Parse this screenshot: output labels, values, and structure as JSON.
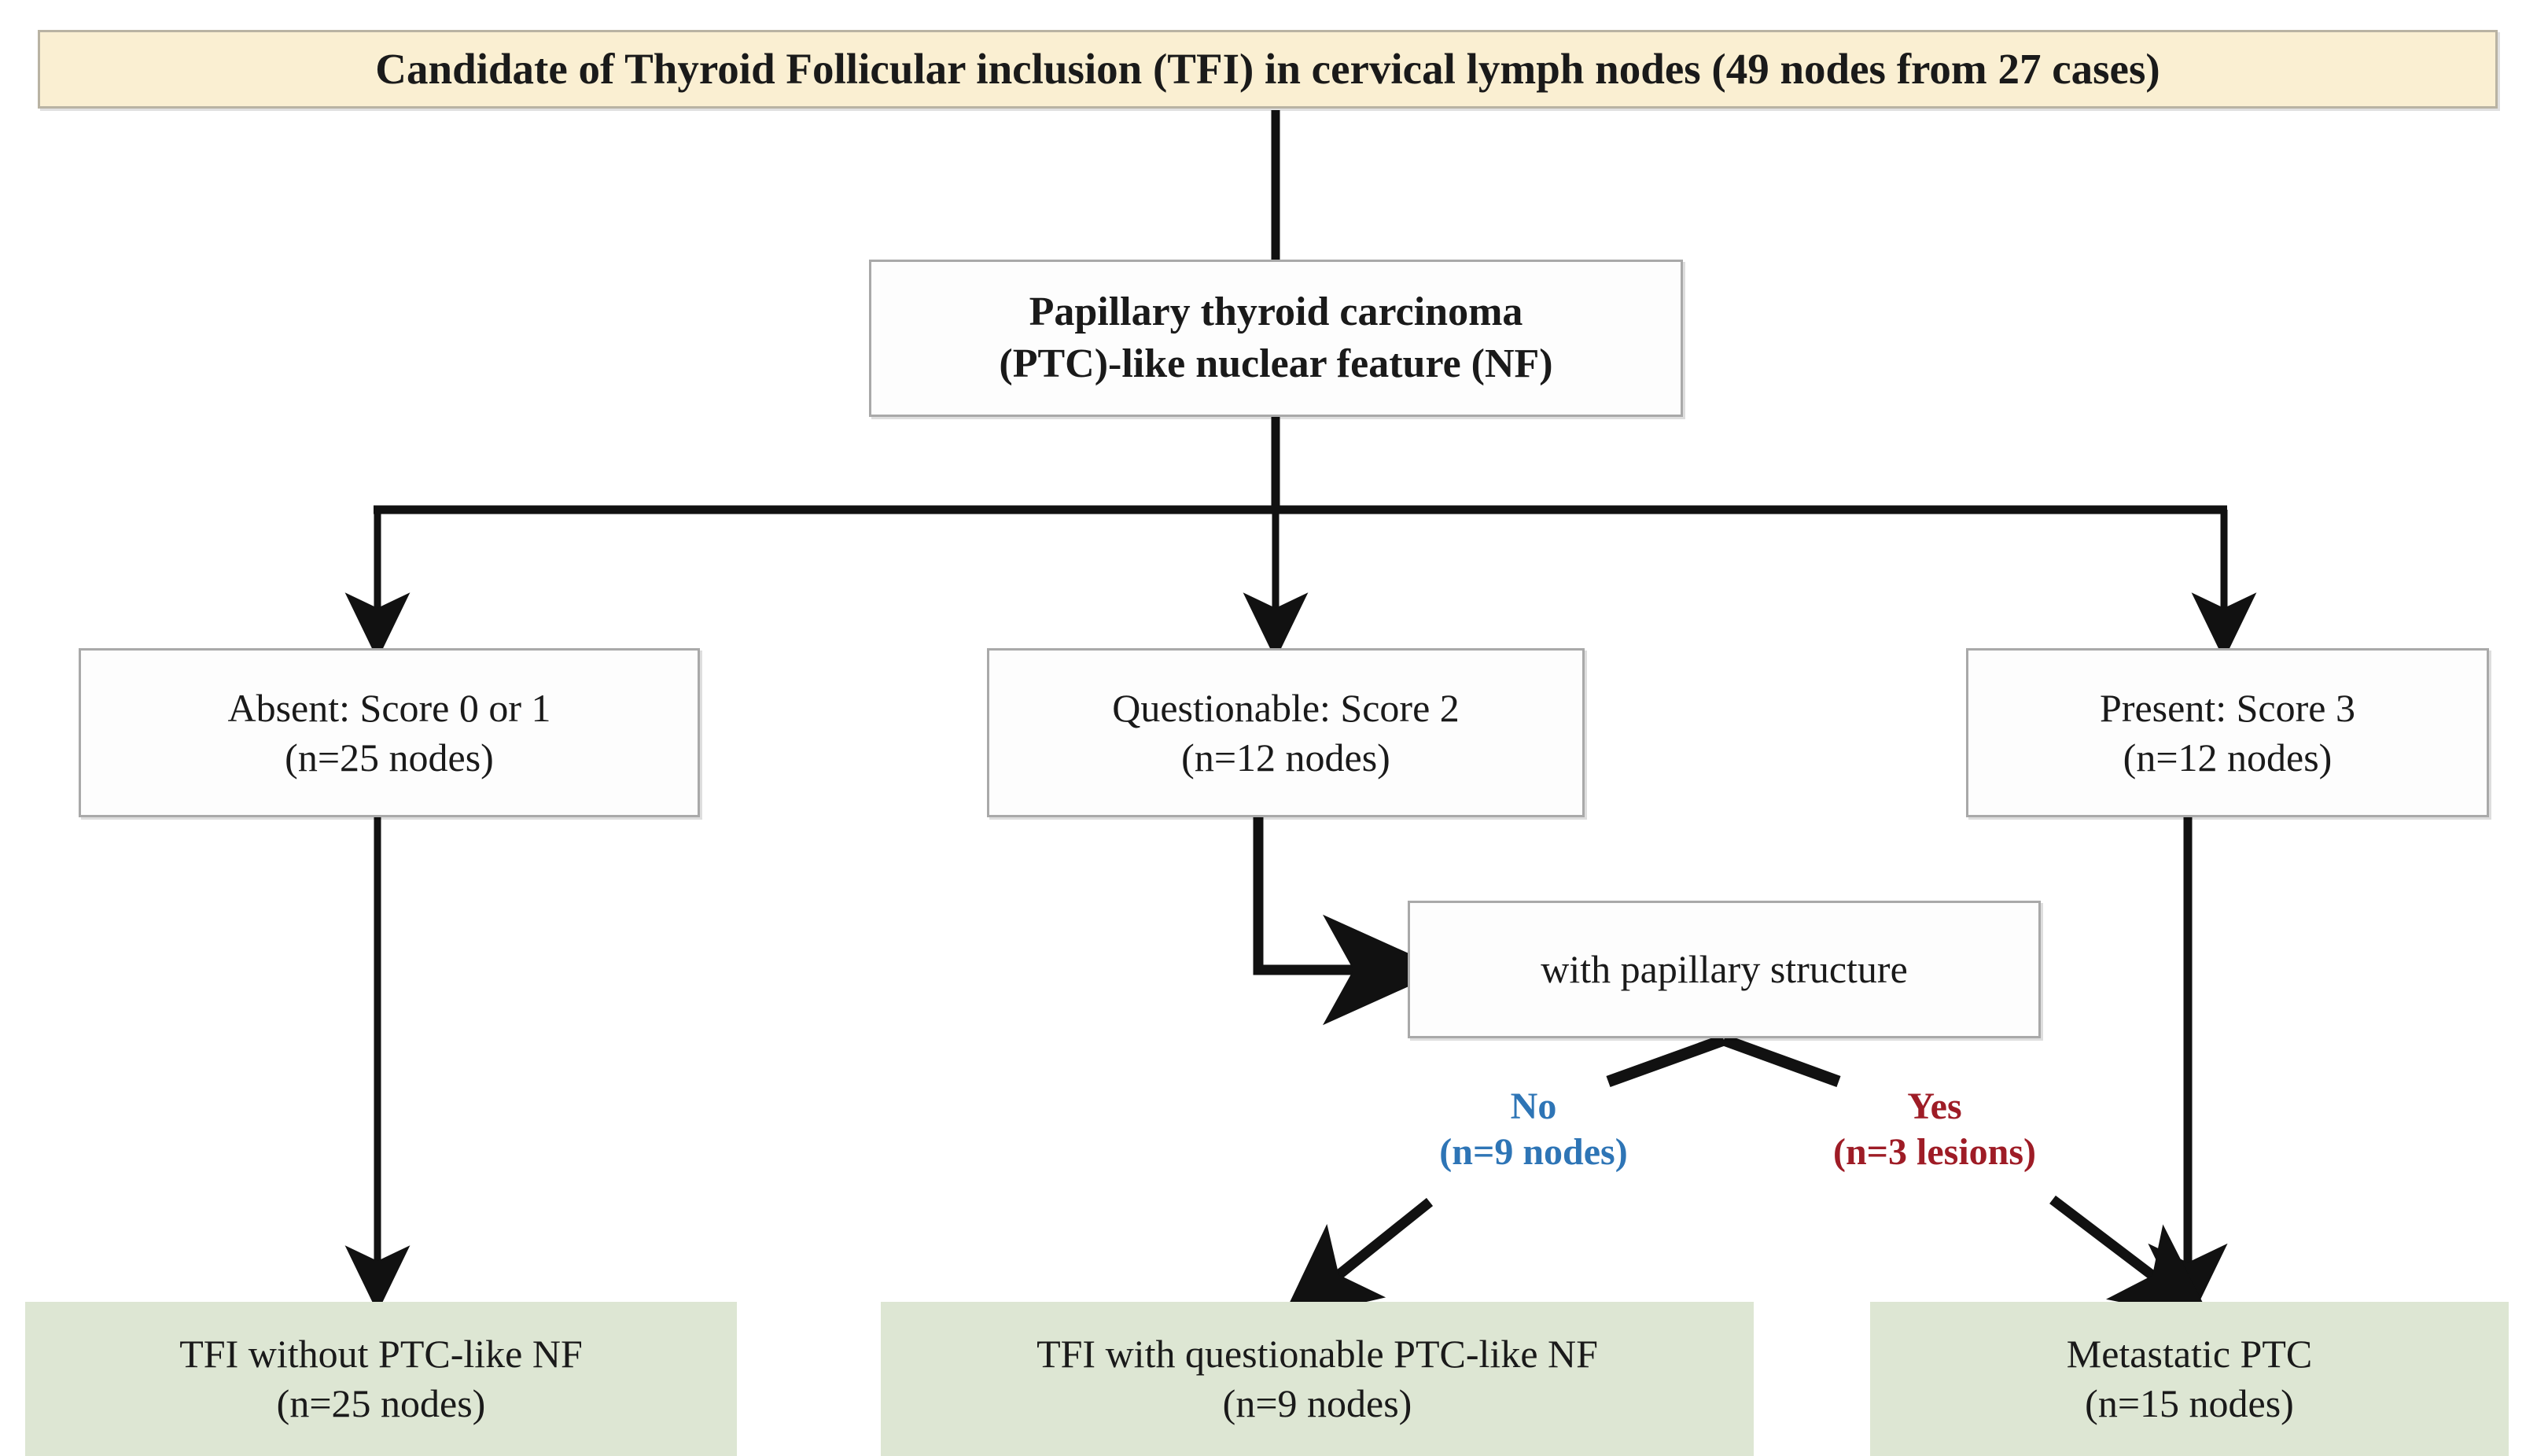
{
  "diagram": {
    "title_banner": {
      "text": "Candidate of Thyroid Follicular inclusion (TFI) in cervical lymph nodes (49 nodes from 27 cases)",
      "fill_color": "#FAEFD2",
      "border_color": "#b9b3a3"
    },
    "nodes": {
      "nuclear_feature": {
        "line1": "Papillary thyroid carcinoma",
        "line2": "(PTC)-like nuclear feature (NF)"
      },
      "score_absent": {
        "line1": "Absent: Score 0 or 1",
        "line2": "(n=25 nodes)"
      },
      "score_questionable": {
        "line1": "Questionable: Score 2",
        "line2": "(n=12 nodes)"
      },
      "score_present": {
        "line1": "Present: Score 3",
        "line2": "(n=12 nodes)"
      },
      "papillary_structure": {
        "line1": "with papillary structure"
      },
      "terminal_tfi_without": {
        "line1": "TFI without PTC-like NF",
        "line2": "(n=25 nodes)"
      },
      "terminal_tfi_questionable": {
        "line1": "TFI with questionable PTC-like NF",
        "line2": "(n=9 nodes)"
      },
      "terminal_metastatic": {
        "line1": "Metastatic PTC",
        "line2": "(n=15 nodes)"
      }
    },
    "branch_labels": {
      "no": {
        "line1": "No",
        "line2": "(n=9 nodes)",
        "color": "#2E75B6"
      },
      "yes": {
        "line1": "Yes",
        "line2": "(n=3 lesions)",
        "color": "#9E1C26"
      }
    },
    "colors": {
      "terminal_fill": "#DDE6D3",
      "process_fill": "#FDFDFD",
      "process_border": "#A9A9A9",
      "edge": "#111111"
    }
  }
}
